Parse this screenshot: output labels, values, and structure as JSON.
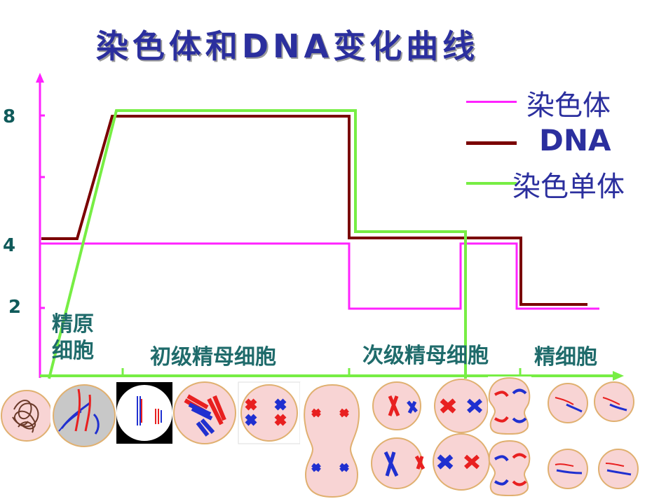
{
  "title": "染色体和DNA变化曲线",
  "legend": {
    "chromosome": "染色体",
    "dna": "DNA",
    "chromatid": "染色单体"
  },
  "colors": {
    "chromosome": "#ff22ff",
    "dna": "#7a0000",
    "chromatid": "#77ee44",
    "axis": "#ff22ff",
    "cell_fill": "#f8d4d4",
    "red_chromosome": "#e82020",
    "blue_chromosome": "#2030d0"
  },
  "y_ticks": {
    "t8": "8",
    "t4": "4",
    "t2": "2"
  },
  "stages": {
    "spermatogonium_line1": "精原",
    "spermatogonium_line2": "细胞",
    "primary": "初级精母细胞",
    "secondary": "次级精母细胞",
    "spermatid": "精细胞"
  },
  "icons": [
    "chromatin-cell-icon",
    "chromosome-cell-icon",
    "synapsis-cell-icon",
    "tetrad-cell-icon",
    "metaphase1-cell-icon",
    "anaphase1-cell-icon",
    "secondary-cell-icon",
    "metaphase2-cell-icon",
    "anaphase2-cell-icon",
    "spermatid-cell-icon"
  ]
}
